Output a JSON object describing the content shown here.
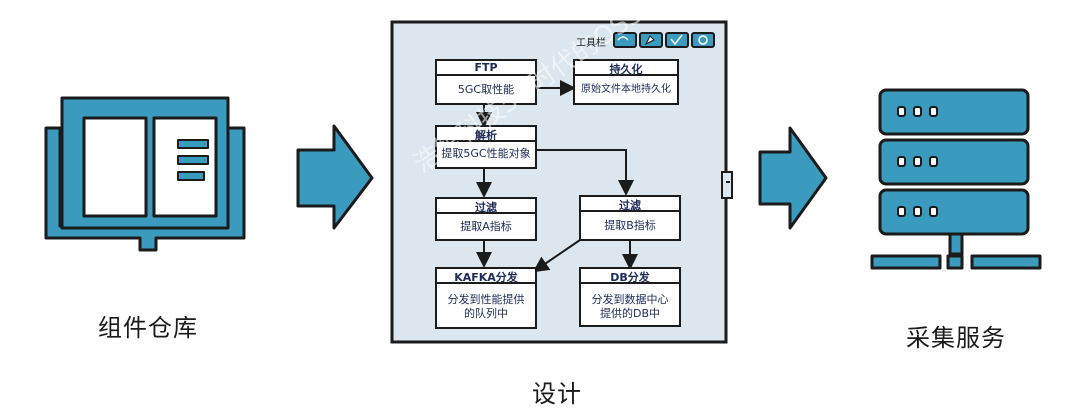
{
  "captions": {
    "component_repo": "组件仓库",
    "design": "设计",
    "collection_service": "采集服务"
  },
  "toolbar": {
    "label": "工具栏"
  },
  "nodes": {
    "ftp": {
      "title": "FTP",
      "body": "5GC取性能"
    },
    "persist": {
      "title": "持久化",
      "body": "原始文件本地持久化"
    },
    "parse": {
      "title": "解析",
      "body": "提取5GC性能对象"
    },
    "filter_a": {
      "title": "过滤",
      "body": "提取A指标"
    },
    "filter_b": {
      "title": "过滤",
      "body": "提取B指标"
    },
    "kafka": {
      "title": "KAFKA分发",
      "body_line1": "分发到性能提供",
      "body_line2": "的队列中"
    },
    "db": {
      "title": "DB分发",
      "body_line1": "分发到数据中心",
      "body_line2": "提供的DB中"
    }
  },
  "watermark": "浩鲸科技5G时代的OSS",
  "colors": {
    "primary": "#3a9bbf",
    "panel": "#dbe6ee",
    "dark": "#1b1b1b",
    "node_text": "#1c2a57"
  }
}
